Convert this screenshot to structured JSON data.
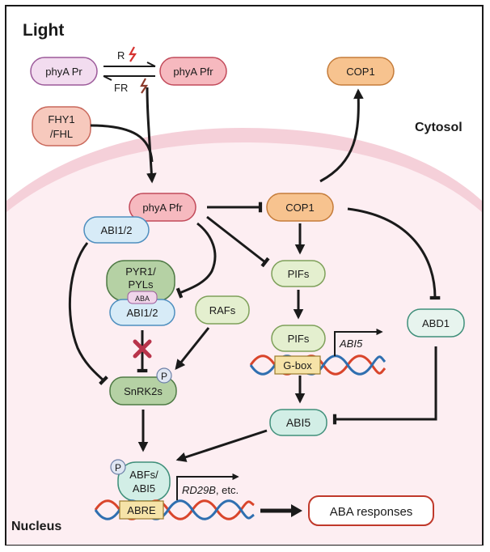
{
  "title": "Light",
  "compartments": {
    "cytosol": "Cytosol",
    "nucleus": "Nucleus"
  },
  "light_labels": {
    "red": "R",
    "far_red": "FR"
  },
  "nodes": {
    "phyA_Pr": "phyA Pr",
    "phyA_Pfr_cyto": "phyA Pfr",
    "FHY1_line1": "FHY1",
    "FHY1_line2": "/FHL",
    "COP1_cyto": "COP1",
    "phyA_Pfr_nuc": "phyA Pfr",
    "COP1_nuc": "COP1",
    "ABI1_2_top": "ABI1/2",
    "PYR1_line1": "PYR1/",
    "PYR1_line2": "PYLs",
    "ABA": "ABA",
    "ABI1_2_complex": "ABI1/2",
    "PIFs_1": "PIFs",
    "RAFs": "RAFs",
    "PIFs_2": "PIFs",
    "ABD1": "ABD1",
    "SnRK2s": "SnRK2s",
    "ABI5": "ABI5",
    "ABFs_line1": "ABFs/",
    "ABFs_line2": "ABI5",
    "phospho_1": "P",
    "phospho_2": "P",
    "ABA_responses": "ABA responses"
  },
  "dna": {
    "gbox": "G-box",
    "abre": "ABRE",
    "target_abi5": "ABI5",
    "target_rd29b": "RD29B",
    "target_rd29b_suffix": ", etc."
  },
  "colors": {
    "pink_fill": "#f6b9bf",
    "pink_stroke": "#c24a5a",
    "salmon_fill": "#f7c9bd",
    "salmon_stroke": "#c9685b",
    "lilac_fill": "#f2dcef",
    "lilac_stroke": "#9c5a9a",
    "orange_fill": "#f7c38f",
    "orange_stroke": "#c57c3a",
    "green_fill": "#e4efcf",
    "green_stroke": "#7ea05a",
    "darkgreen_fill": "#b5d1a4",
    "darkgreen_stroke": "#4f7a45",
    "blue_fill": "#d7ebf7",
    "blue_stroke": "#4f8fbf",
    "teal_fill": "#d2eee6",
    "teal_stroke": "#3f8f7a",
    "nucleus_fill": "#fde9ee",
    "membrane": "#f5ccd5",
    "cross": "#b8334a",
    "lightning": "#d6322f",
    "abresp_stroke": "#c0392b"
  }
}
